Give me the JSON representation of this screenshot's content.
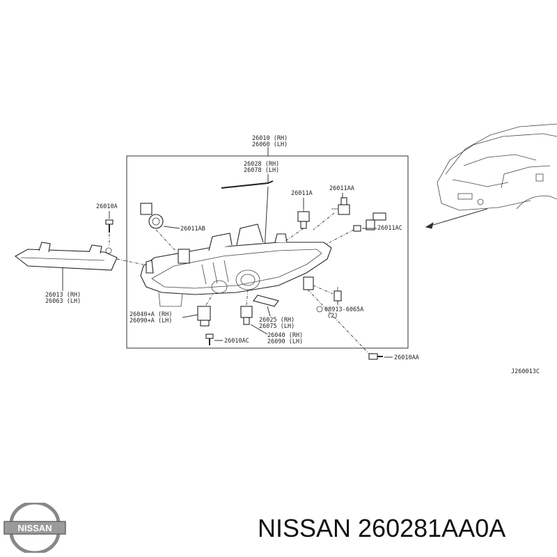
{
  "caption": "NISSAN 260281AA0A",
  "logo": {
    "text": "NISSAN",
    "icon": "nissan-logo-icon"
  },
  "diagram_code": "J260013C",
  "callouts": {
    "headlamp_assy": [
      "26010 (RH)",
      "26060 (LH)"
    ],
    "trim_strip": [
      "26028 (RH)",
      "26078 (LH)"
    ],
    "bulb_a": "26011A",
    "bulb_aa": "26011AA",
    "bulb_ab": "26011AB",
    "bulb_ac": "26011AC",
    "screw_a": "26010A",
    "side_lamp": [
      "26013 (RH)",
      "26063 (LH)"
    ],
    "module_a": [
      "26040+A (RH)",
      "26090+A (LH)"
    ],
    "screw_ac": "26010AC",
    "bracket": [
      "26025 (RH)",
      "26075 (LH)"
    ],
    "module": [
      "26040 (RH)",
      "26090 (LH)"
    ],
    "clip": [
      "08913-6065A",
      "(2)"
    ],
    "screw_aa": "26010AA"
  },
  "colors": {
    "line": "#333333",
    "text": "#111111",
    "background": "#ffffff"
  }
}
